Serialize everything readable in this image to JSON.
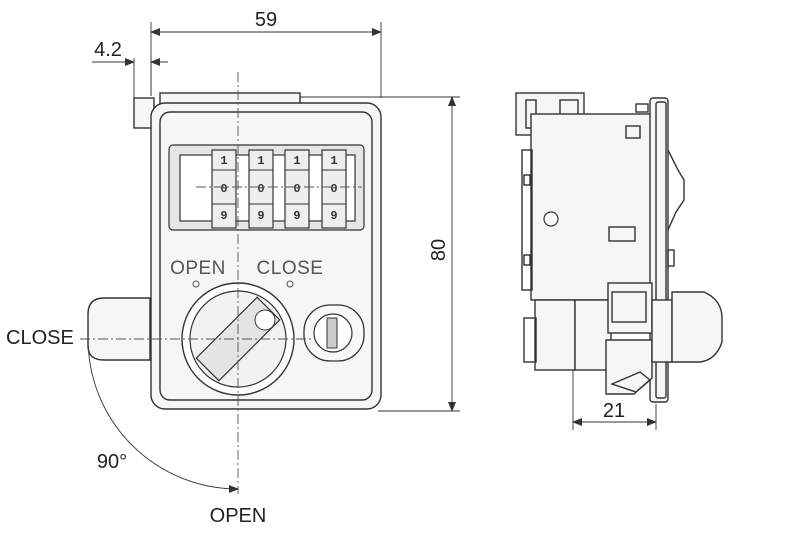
{
  "dimensions": {
    "width": "59",
    "offset": "4.2",
    "height": "80",
    "depth": "21"
  },
  "labels": {
    "close_left": "CLOSE",
    "open_bottom": "OPEN",
    "angle": "90°",
    "panel_open": "OPEN",
    "panel_close": "CLOSE"
  },
  "wheels": [
    {
      "top": "1",
      "middle": "0",
      "bottom": "9"
    },
    {
      "top": "1",
      "middle": "0",
      "bottom": "9"
    },
    {
      "top": "1",
      "middle": "0",
      "bottom": "9"
    },
    {
      "top": "1",
      "middle": "0",
      "bottom": "9"
    }
  ]
}
